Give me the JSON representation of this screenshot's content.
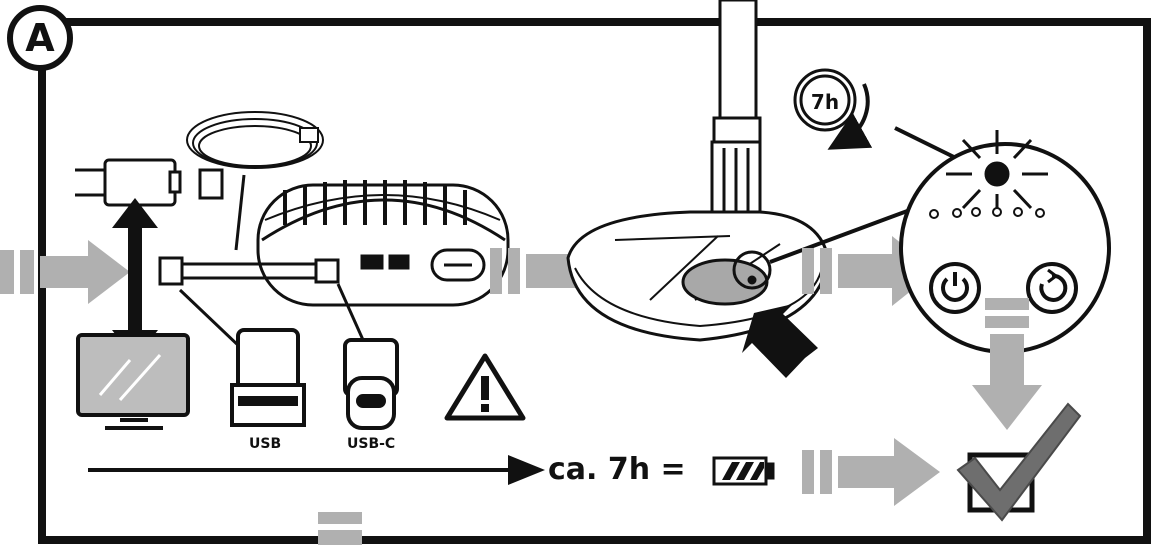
{
  "panel": {
    "badge": "A"
  },
  "labels": {
    "usb": "USB",
    "usb_c": "USB-C",
    "duration_text": "ca. 7h =",
    "timer_text": "7h"
  },
  "icons": [
    "wall-plug-icon",
    "usb-cable-icon",
    "monitor-icon",
    "usb-connector-icon",
    "usb-c-connector-icon",
    "warning-icon",
    "battery-full-icon",
    "power-button-icon",
    "reset-button-icon",
    "led-flash-icon",
    "timer-icon",
    "checkbox-check-icon"
  ],
  "colors": {
    "stroke": "#111111",
    "flow_arrow": "#b0b0b0",
    "check": "#6e6e6e"
  }
}
